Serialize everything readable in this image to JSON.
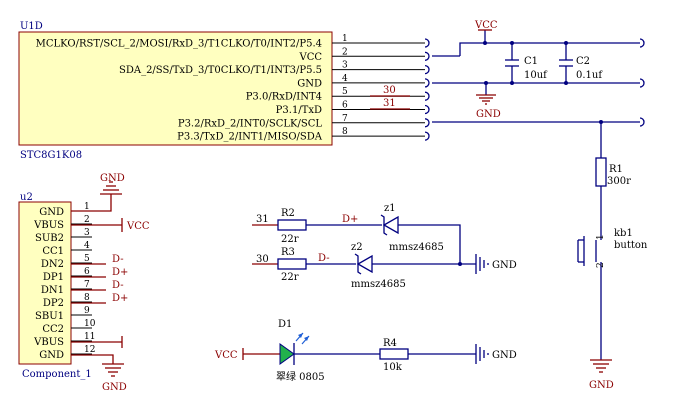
{
  "u1": {
    "designator": "U1D",
    "part": "STC8G1K08",
    "pins": [
      {
        "num": "1",
        "name": "MCLKO/RST/SCL_2/MOSI/RxD_3/T1CLKO/T0/INT2/P5.4"
      },
      {
        "num": "2",
        "name": "VCC"
      },
      {
        "num": "3",
        "name": "SDA_2/SS/TxD_3/T0CLKO/T1/INT3/P5.5"
      },
      {
        "num": "4",
        "name": "GND"
      },
      {
        "num": "5",
        "name": "P3.0/RxD/INT4"
      },
      {
        "num": "6",
        "name": "P3.1/TxD"
      },
      {
        "num": "7",
        "name": "P3.2/RxD_2/INT0/SCLK/SCL"
      },
      {
        "num": "8",
        "name": "P3.3/TxD_2/INT1/MISO/SDA"
      }
    ],
    "net_labels": [
      "30",
      "31"
    ]
  },
  "power": {
    "vcc": "VCC",
    "gnd": "GND"
  },
  "caps": [
    {
      "designator": "C1",
      "value": "10uf"
    },
    {
      "designator": "C2",
      "value": "0.1uf"
    }
  ],
  "r1": {
    "designator": "R1",
    "value": "300r"
  },
  "kb1": {
    "designator": "kb1",
    "type": "button",
    "pin1": "1",
    "pin2": "2"
  },
  "u2": {
    "designator": "u2",
    "part": "Component_1",
    "pins": [
      {
        "num": "1",
        "name": "GND"
      },
      {
        "num": "2",
        "name": "VBUS"
      },
      {
        "num": "3",
        "name": "SUB2"
      },
      {
        "num": "4",
        "name": "CC1"
      },
      {
        "num": "5",
        "name": "DN2"
      },
      {
        "num": "6",
        "name": "DP1"
      },
      {
        "num": "7",
        "name": "DN1"
      },
      {
        "num": "8",
        "name": "DP2"
      },
      {
        "num": "9",
        "name": "SBU1"
      },
      {
        "num": "10",
        "name": "CC2"
      },
      {
        "num": "11",
        "name": "VBUS"
      },
      {
        "num": "12",
        "name": "GND"
      }
    ],
    "net_labels": [
      "D-",
      "D+",
      "D-",
      "D+"
    ]
  },
  "usb_net": {
    "r2": {
      "designator": "R2",
      "value": "22r",
      "net_in": "31",
      "net_out": "D+"
    },
    "r3": {
      "designator": "R3",
      "value": "22r",
      "net_in": "30",
      "net_out": "D-"
    },
    "z1": {
      "designator": "z1",
      "value": "mmsz4685"
    },
    "z2": {
      "designator": "z2",
      "value": "mmsz4685"
    }
  },
  "led": {
    "designator": "D1",
    "value": "翠绿 0805",
    "color": "#22b14c",
    "r4": {
      "designator": "R4",
      "value": "10k"
    }
  }
}
